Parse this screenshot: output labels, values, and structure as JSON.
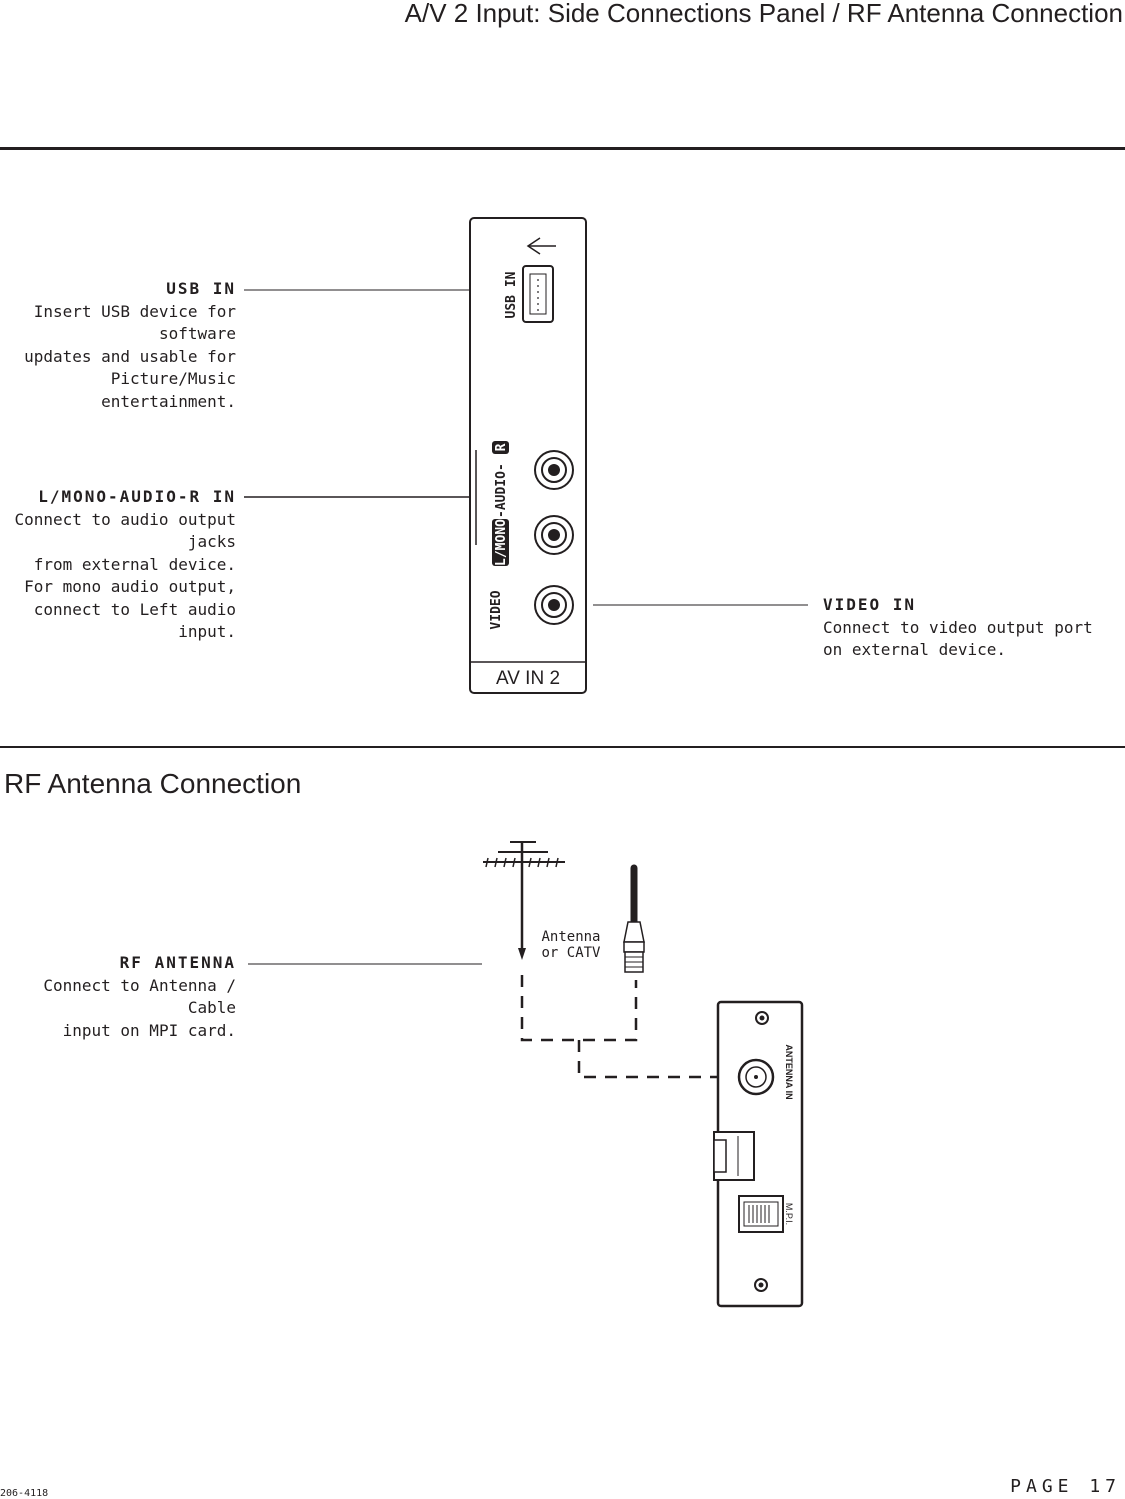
{
  "page": {
    "title": "A/V 2 Input: Side Connections Panel  / RF Antenna Connection",
    "page_number": "PAGE 17",
    "doc_code": "206-4118"
  },
  "av_panel": {
    "usb_label": "USB IN",
    "audio_label_left": "L/MONO",
    "audio_label_mid": "-AUDIO-",
    "audio_label_right": "R",
    "video_label": "VIDEO",
    "panel_name": "AV IN 2",
    "usb_symbol": "USB"
  },
  "callouts": {
    "usb": {
      "heading": "USB IN",
      "lines": [
        "Insert USB device for software",
        "updates and usable for",
        "Picture/Music entertainment."
      ]
    },
    "audio": {
      "heading": "L/MONO-AUDIO-R IN",
      "lines": [
        "Connect to audio output jacks",
        "from external device.",
        "For mono audio output,",
        "connect to Left audio input."
      ]
    },
    "video": {
      "heading": "VIDEO IN",
      "lines": [
        "Connect to video output port",
        "on external device."
      ]
    },
    "rf": {
      "heading": "RF ANTENNA",
      "lines": [
        "Connect to Antenna / Cable",
        "input on MPI card."
      ]
    }
  },
  "rf_section": {
    "title": "RF Antenna Connection",
    "antenna_caption_1": "Antenna",
    "antenna_caption_2": "or CATV",
    "antenna_in_label": "ANTENNA IN",
    "mpi_label": "M.P.I."
  },
  "colors": {
    "ink": "#231f20",
    "paper": "#ffffff"
  }
}
